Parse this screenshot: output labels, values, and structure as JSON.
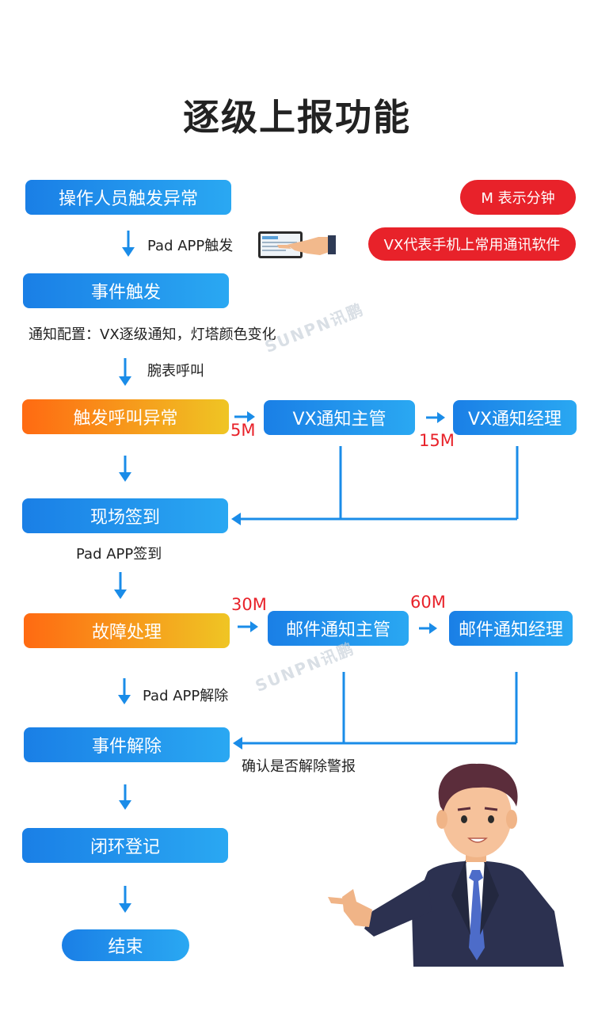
{
  "title": "逐级上报功能",
  "legend": {
    "m_note": "M 表示分钟",
    "vx_note": "VX代表手机上常用通讯软件"
  },
  "steps": {
    "operator_trigger": "操作人员触发异常",
    "event_trigger": "事件触发",
    "trigger_call": "触发呼叫异常",
    "onsite_signin": "现场签到",
    "fault_handling": "故障处理",
    "event_clear": "事件解除",
    "closed_loop": "闭环登记",
    "end": "结束"
  },
  "escalation": {
    "vx_supervisor": "VX通知主管",
    "vx_manager": "VX通知经理",
    "mail_supervisor": "邮件通知主管",
    "mail_manager": "邮件通知经理"
  },
  "times": {
    "t5": "5M",
    "t15": "15M",
    "t30": "30M",
    "t60": "60M"
  },
  "labels": {
    "pad_trigger": "Pad APP触发",
    "notify_config": "通知配置：VX逐级通知，灯塔颜色变化",
    "watch_call": "腕表呼叫",
    "pad_signin": "Pad APP签到",
    "pad_clear": "Pad APP解除",
    "confirm_clear": "确认是否解除警报"
  },
  "watermark": "SUNPN讯鹏",
  "colors": {
    "blue": "#1a7fe6",
    "light_blue": "#2aa8f2",
    "orange": "#ff6a12",
    "yellow": "#efc524",
    "red": "#e8222a"
  }
}
